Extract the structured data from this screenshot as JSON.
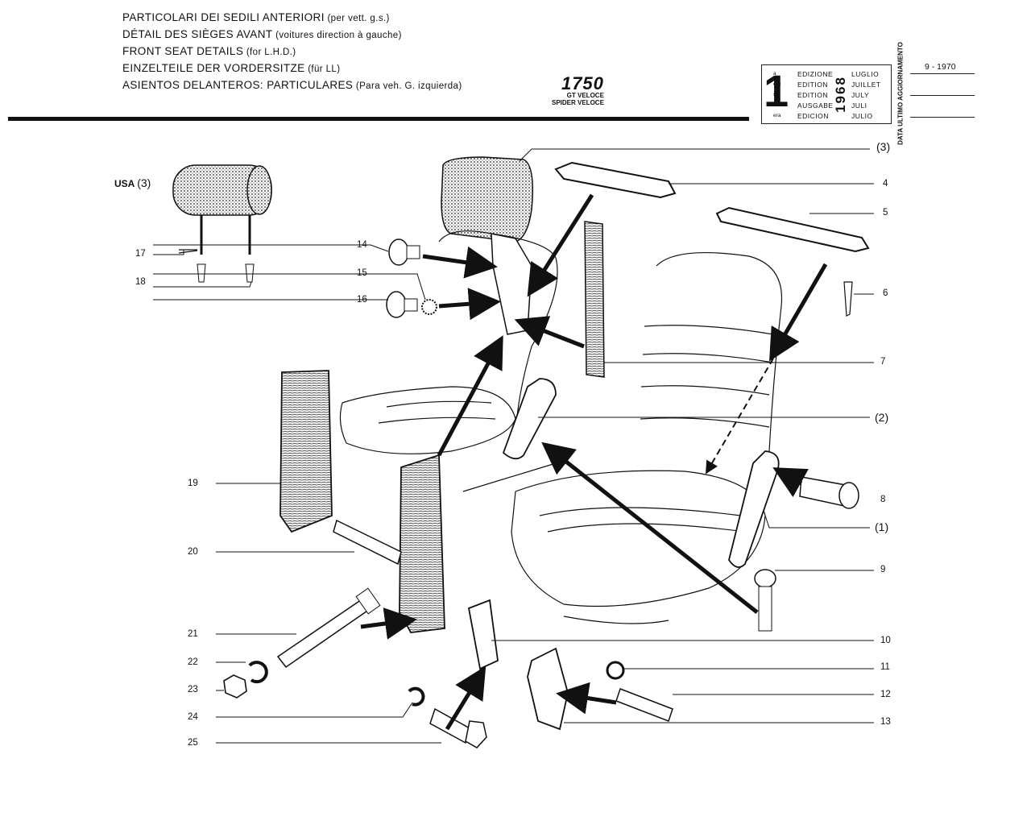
{
  "header": {
    "titles": [
      {
        "main": "PARTICOLARI DEI SEDILI ANTERIORI",
        "sub": " (per vett. g.s.)"
      },
      {
        "main": "DÉTAIL DES SIÈGES AVANT",
        "sub": " (voitures direction à gauche)"
      },
      {
        "main": "FRONT SEAT DETAILS",
        "sub": " (for L.H.D.)"
      },
      {
        "main": "EINZELTEILE DER VORDERSITZE",
        "sub": " (für LL)"
      },
      {
        "main": "ASIENTOS DELANTEROS: PARTICULARES",
        "sub": " (Para veh. G. izquierda)"
      }
    ],
    "model": {
      "number": "1750",
      "variant_1": "GT VELOCE",
      "variant_2": "SPIDER VELOCE"
    }
  },
  "edition_box": {
    "numeral": "1",
    "suffixes": [
      "a",
      "ère",
      "st",
      "e",
      "era"
    ],
    "labels": [
      "EDIZIONE",
      "EDITION",
      "EDITION",
      "AUSGABE",
      "EDICION"
    ],
    "year": "1968",
    "months": [
      "LUGLIO",
      "JUILLET",
      "JULY",
      "JULI",
      "JULIO"
    ],
    "update_label": "DATA ULTIMO AGGIORNAMENTO",
    "update_date": "9 - 1970"
  },
  "usa_label": {
    "text": "USA",
    "ref": "(3)"
  },
  "callouts": {
    "right": [
      "(3)",
      "4",
      "5",
      "6",
      "7",
      "(2)",
      "8",
      "(1)",
      "9",
      "10",
      "11",
      "12",
      "13"
    ],
    "left": [
      "14",
      "15",
      "16",
      "17",
      "18",
      "19",
      "20",
      "21",
      "22",
      "23",
      "24",
      "25"
    ]
  },
  "colors": {
    "ink": "#111111",
    "paper": "#ffffff"
  }
}
